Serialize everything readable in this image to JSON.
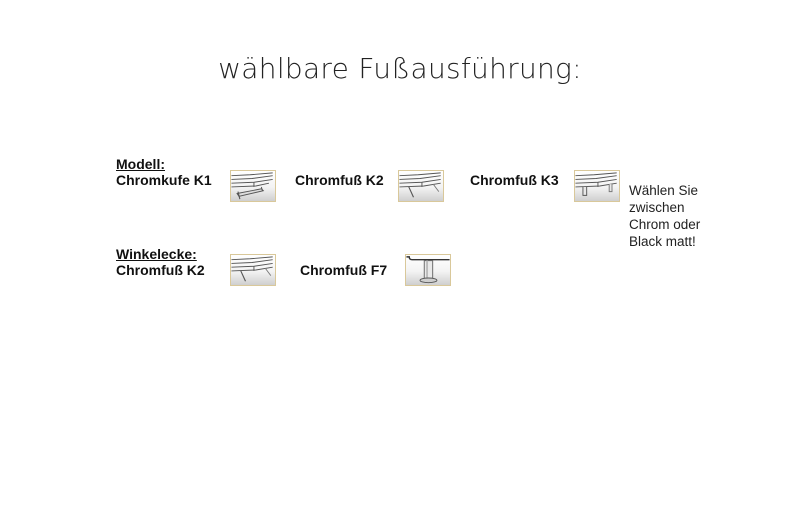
{
  "title": "wählbare Fußausführung:",
  "models": {
    "heading": "Modell:",
    "items": [
      {
        "label": "Chromkufe K1",
        "icon": "sled-foot-icon"
      },
      {
        "label": "Chromfuß K2",
        "icon": "angled-foot-icon"
      },
      {
        "label": "Chromfuß K3",
        "icon": "straight-foot-icon"
      }
    ]
  },
  "corner": {
    "heading": "Winkelecke:",
    "items": [
      {
        "label": "Chromfuß K2",
        "icon": "angled-foot-icon"
      },
      {
        "label": "Chromfuß F7",
        "icon": "cylinder-foot-icon"
      }
    ]
  },
  "note": {
    "lines": [
      "Wählen Sie",
      "zwischen",
      "Chrom oder",
      "Black matt!"
    ]
  },
  "colors": {
    "thumb_border": "#d9c89a",
    "text": "#111111"
  }
}
